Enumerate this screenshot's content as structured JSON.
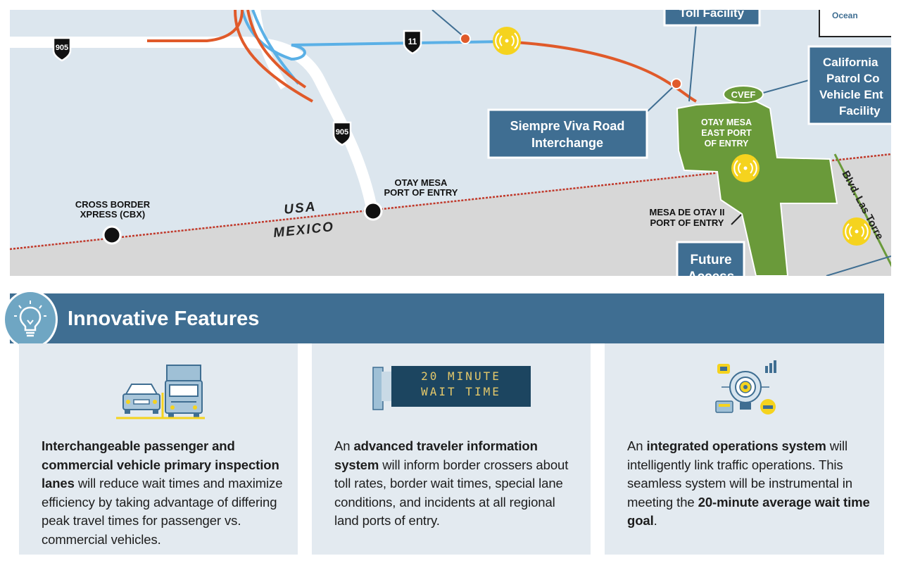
{
  "map": {
    "ocean_label": "Ocean",
    "toll_facility_label": "Toll Facility",
    "chp_label": [
      "California",
      "Patrol Co",
      "Vehicle Ent",
      "Facility"
    ],
    "cvef_label": "CVEF",
    "siempre_viva_label": [
      "Siempre Viva Road",
      "Interchange"
    ],
    "otay_mesa_east_label": [
      "OTAY MESA",
      "EAST PORT",
      "OF ENTRY"
    ],
    "otay_mesa_poe_label": [
      "OTAY MESA",
      "PORT OF ENTRY"
    ],
    "cbx_label": [
      "CROSS BORDER",
      "XPRESS (CBX)"
    ],
    "mesa_de_otay_label": [
      "MESA DE OTAY II",
      "PORT OF ENTRY"
    ],
    "usa_label": "USA",
    "mexico_label": "MEXICO",
    "blvd_label": "Blvd. Las Torre",
    "future_access_label": [
      "Future",
      "Access"
    ],
    "route_905_label": "905",
    "route_11_label": "11",
    "colors": {
      "land_us": "#dce6ee",
      "land_mx": "#d7d7d7",
      "sr11": "#e05a2a",
      "connector": "#5ab0e6",
      "port_green": "#6a9a3a",
      "label_blue": "#3f6e92",
      "sensor_yellow": "#f5d31e",
      "border_red": "#c0392b"
    }
  },
  "section": {
    "title": "Innovative Features",
    "icon": "lightbulb-icon"
  },
  "features": [
    {
      "icon": "car-truck-icon",
      "segments": [
        {
          "text": "Interchangeable passenger and commercial vehicle primary inspection lanes",
          "bold": true
        },
        {
          "text": " will reduce wait times and maximize efficiency by taking advantage of differing peak travel times for passenger vs. commercial vehicles.",
          "bold": false
        }
      ]
    },
    {
      "icon": "message-sign-icon",
      "sign_lines": [
        "20 MINUTE",
        "WAIT TIME"
      ],
      "segments": [
        {
          "text": "An ",
          "bold": false
        },
        {
          "text": "advanced traveler information system",
          "bold": true
        },
        {
          "text": " will inform border crossers about toll rates, border wait times, special lane conditions, and incidents at all regional land ports of entry.",
          "bold": false
        }
      ]
    },
    {
      "icon": "integrated-operations-icon",
      "segments": [
        {
          "text": "An ",
          "bold": false
        },
        {
          "text": "integrated operations system",
          "bold": true
        },
        {
          "text": " will intelligently link traffic operations. This seamless system will be instrumental in meeting the ",
          "bold": false
        },
        {
          "text": "20-minute average wait time goal",
          "bold": true
        },
        {
          "text": ".",
          "bold": false
        }
      ]
    }
  ]
}
